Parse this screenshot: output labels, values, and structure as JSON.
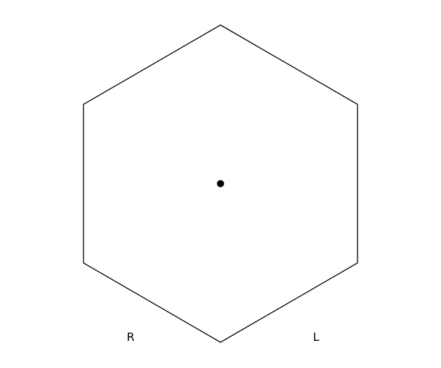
{
  "diagram": {
    "shape": "hexagon",
    "stroke_color": "#000000",
    "background_color": "#ffffff",
    "center_marker": "dot",
    "labels": {
      "left": "R",
      "right": "L"
    }
  }
}
